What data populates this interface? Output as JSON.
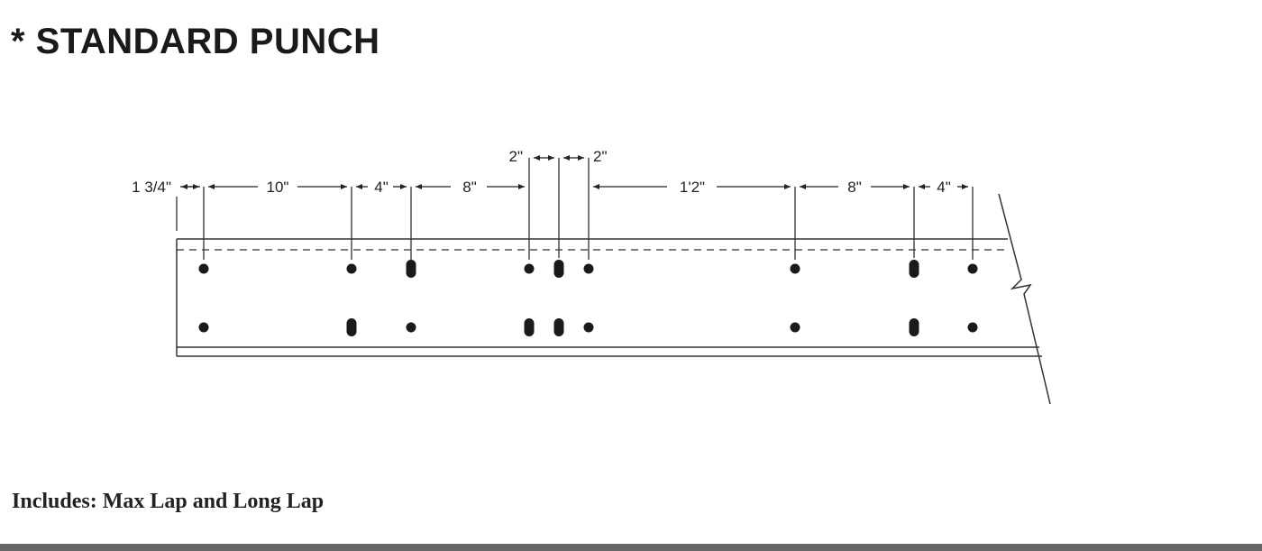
{
  "title": "* STANDARD PUNCH",
  "note": "Includes: Max Lap and Long Lap",
  "dimensions": [
    "1 3/4\"",
    "10\"",
    "4\"",
    "8\"",
    "2\"",
    "2\"",
    "1'2\"",
    "8\"",
    "4\""
  ]
}
